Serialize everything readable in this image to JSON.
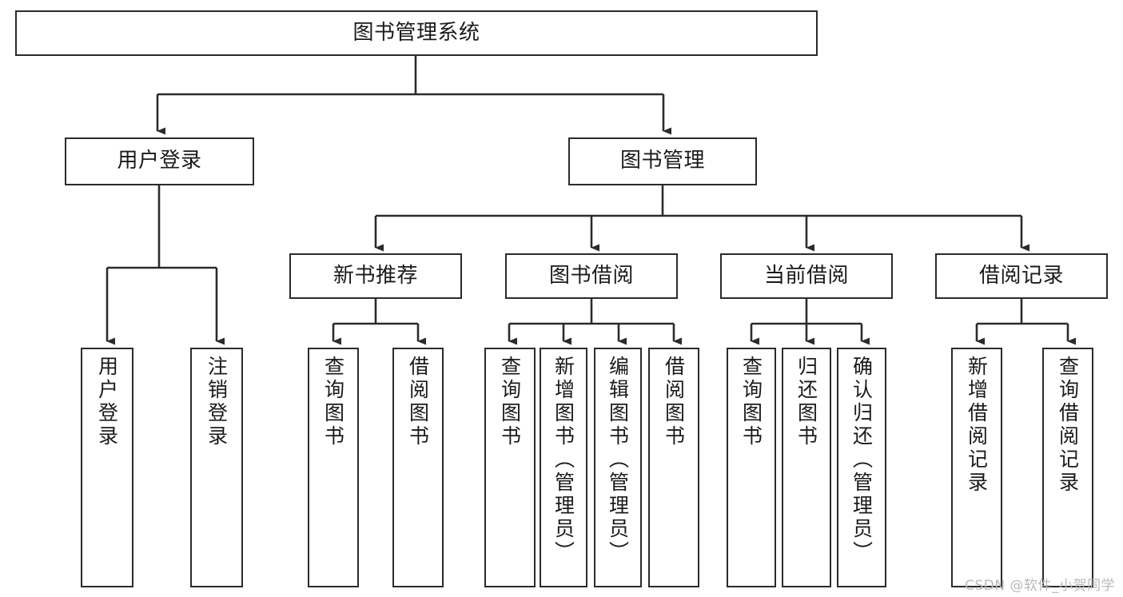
{
  "diagram": {
    "title": "图书管理系统",
    "type": "tree-hierarchy",
    "watermark": "CSDN @软件_小贺同学",
    "colors": {
      "box_border": "#2b2b2b",
      "box_fill": "#ffffff",
      "connector": "#2b2b2b",
      "text": "#1a1a1a",
      "watermark": "#b9b9b9",
      "background": "#ffffff"
    },
    "levels": {
      "root": {
        "label": "图书管理系统"
      },
      "level2": [
        {
          "id": "user-login",
          "label": "用户登录"
        },
        {
          "id": "book-management",
          "label": "图书管理"
        }
      ],
      "level3": [
        {
          "id": "new-book-recommend",
          "label": "新书推荐",
          "parent": "book-management"
        },
        {
          "id": "book-borrow",
          "label": "图书借阅",
          "parent": "book-management"
        },
        {
          "id": "current-borrow",
          "label": "当前借阅",
          "parent": "book-management"
        },
        {
          "id": "borrow-record",
          "label": "借阅记录",
          "parent": "book-management"
        }
      ],
      "leaves": [
        {
          "id": "leaf-user-login",
          "label": "用户登录",
          "parent": "user-login"
        },
        {
          "id": "leaf-logout-login",
          "label": "注销登录",
          "parent": "user-login"
        },
        {
          "id": "leaf-query-book-1",
          "label": "查询图书",
          "parent": "new-book-recommend"
        },
        {
          "id": "leaf-borrow-book-1",
          "label": "借阅图书",
          "parent": "new-book-recommend"
        },
        {
          "id": "leaf-query-book-2",
          "label": "查询图书",
          "parent": "book-borrow"
        },
        {
          "id": "leaf-add-book",
          "label": "新增图书（管理员）",
          "parent": "book-borrow"
        },
        {
          "id": "leaf-edit-book",
          "label": "编辑图书（管理员）",
          "parent": "book-borrow"
        },
        {
          "id": "leaf-borrow-book-2",
          "label": "借阅图书",
          "parent": "book-borrow"
        },
        {
          "id": "leaf-query-book-3",
          "label": "查询图书",
          "parent": "current-borrow"
        },
        {
          "id": "leaf-return-book",
          "label": "归还图书",
          "parent": "current-borrow"
        },
        {
          "id": "leaf-confirm-return",
          "label": "确认归还（管理员）",
          "parent": "current-borrow"
        },
        {
          "id": "leaf-add-record",
          "label": "新增借阅记录",
          "parent": "borrow-record"
        },
        {
          "id": "leaf-query-record",
          "label": "查询借阅记录",
          "parent": "borrow-record"
        }
      ]
    }
  }
}
